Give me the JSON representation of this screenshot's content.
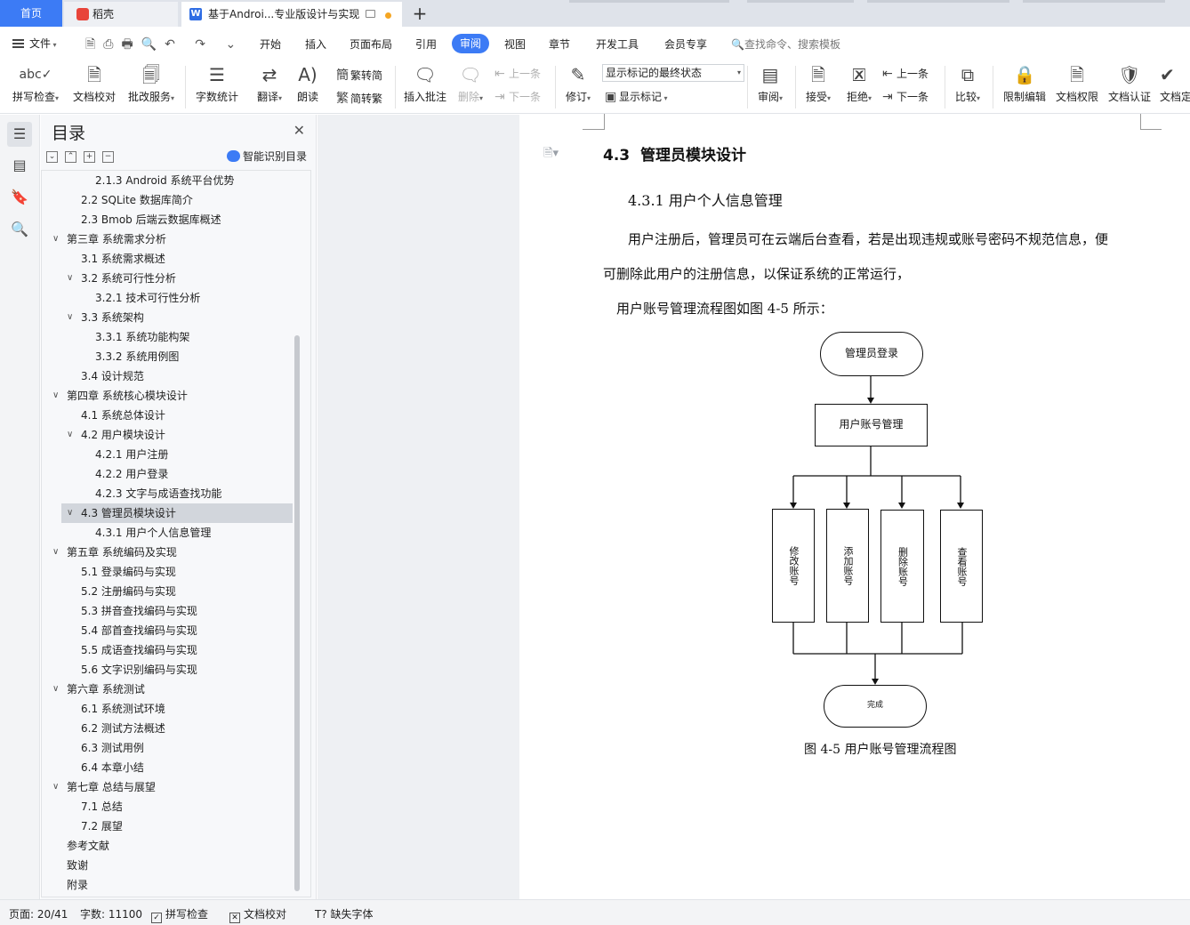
{
  "tabs": {
    "home": "首页",
    "daoke": "稻壳",
    "document": "基于Androi...专业版设计与实现"
  },
  "menu": {
    "file": "文件",
    "items": [
      "开始",
      "插入",
      "页面布局",
      "引用",
      "审阅",
      "视图",
      "章节",
      "开发工具",
      "会员专享"
    ],
    "active": "审阅",
    "search_placeholder": "查找命令、搜索模板"
  },
  "ribbon": {
    "spellcheck": "拼写检查",
    "proofread": "文档校对",
    "batch_service": "批改服务",
    "word_count": "字数统计",
    "translate": "翻译",
    "read_aloud": "朗读",
    "trad_to_simp": "繁转简",
    "simp_to_trad": "简转繁",
    "insert_comment": "插入批注",
    "delete": "删除",
    "prev_comment": "上一条",
    "next_comment": "下一条",
    "revise": "修订",
    "markup_state": "显示标记的最终状态",
    "show_markup": "显示标记",
    "review": "审阅",
    "accept": "接受",
    "reject": "拒绝",
    "prev_change": "上一条",
    "next_change": "下一条",
    "compare": "比较",
    "restrict_edit": "限制编辑",
    "doc_permission": "文档权限",
    "doc_cert": "文档认证",
    "doc_final": "文档定"
  },
  "toc": {
    "title": "目录",
    "smart_recognize": "智能识别目录",
    "items": [
      {
        "label": "2.1.3 Android 系统平台优势",
        "level": 3,
        "chevron": ""
      },
      {
        "label": "2.2 SQLite 数据库简介",
        "level": 2,
        "chevron": ""
      },
      {
        "label": "2.3 Bmob 后端云数据库概述",
        "level": 2,
        "chevron": ""
      },
      {
        "label": "第三章  系统需求分析",
        "level": 1,
        "chevron": "v"
      },
      {
        "label": "3.1  系统需求概述",
        "level": 2,
        "chevron": ""
      },
      {
        "label": "3.2  系统可行性分析",
        "level": 2,
        "chevron": "v"
      },
      {
        "label": "3.2.1  技术可行性分析",
        "level": 3,
        "chevron": ""
      },
      {
        "label": "3.3  系统架构",
        "level": 2,
        "chevron": "v"
      },
      {
        "label": "3.3.1  系统功能构架",
        "level": 3,
        "chevron": ""
      },
      {
        "label": "3.3.2  系统用例图",
        "level": 3,
        "chevron": ""
      },
      {
        "label": "3.4  设计规范",
        "level": 2,
        "chevron": ""
      },
      {
        "label": "第四章  系统核心模块设计",
        "level": 1,
        "chevron": "v"
      },
      {
        "label": "4.1  系统总体设计",
        "level": 2,
        "chevron": ""
      },
      {
        "label": "4.2  用户模块设计",
        "level": 2,
        "chevron": "v"
      },
      {
        "label": "4.2.1  用户注册",
        "level": 3,
        "chevron": ""
      },
      {
        "label": "4.2.2  用户登录",
        "level": 3,
        "chevron": ""
      },
      {
        "label": "4.2.3  文字与成语查找功能",
        "level": 3,
        "chevron": ""
      },
      {
        "label": "4.3  管理员模块设计",
        "level": 2,
        "chevron": "v",
        "selected": true
      },
      {
        "label": "4.3.1 用户个人信息管理",
        "level": 3,
        "chevron": ""
      },
      {
        "label": "第五章  系统编码及实现",
        "level": 1,
        "chevron": "v"
      },
      {
        "label": "5.1  登录编码与实现",
        "level": 2,
        "chevron": ""
      },
      {
        "label": "5.2  注册编码与实现",
        "level": 2,
        "chevron": ""
      },
      {
        "label": "5.3  拼音查找编码与实现",
        "level": 2,
        "chevron": ""
      },
      {
        "label": "5.4  部首查找编码与实现",
        "level": 2,
        "chevron": ""
      },
      {
        "label": "5.5  成语查找编码与实现",
        "level": 2,
        "chevron": ""
      },
      {
        "label": "5.6 文字识别编码与实现",
        "level": 2,
        "chevron": ""
      },
      {
        "label": "第六章  系统测试",
        "level": 1,
        "chevron": "v"
      },
      {
        "label": "6.1  系统测试环境",
        "level": 2,
        "chevron": ""
      },
      {
        "label": "6.2  测试方法概述",
        "level": 2,
        "chevron": ""
      },
      {
        "label": "6.3  测试用例",
        "level": 2,
        "chevron": ""
      },
      {
        "label": "6.4  本章小结",
        "level": 2,
        "chevron": ""
      },
      {
        "label": "第七章  总结与展望",
        "level": 1,
        "chevron": "v"
      },
      {
        "label": "7.1  总结",
        "level": 2,
        "chevron": ""
      },
      {
        "label": "7.2  展望",
        "level": 2,
        "chevron": ""
      },
      {
        "label": "参考文献",
        "level": 1,
        "chevron": ""
      },
      {
        "label": "致谢",
        "level": 1,
        "chevron": ""
      },
      {
        "label": "附录",
        "level": 1,
        "chevron": ""
      }
    ]
  },
  "document": {
    "heading_number": "4.3",
    "heading_text": "管理员模块设计",
    "subheading": "4.3.1 用户个人信息管理",
    "para1_line1": "用户注册后，管理员可在云端后台查看，若是出现违规或账号密码不规范信息，便",
    "para1_line2": "可删除此用户的注册信息，以保证系统的正常运行，",
    "para2": "用户账号管理流程图如图 4-5 所示：",
    "caption": "图 4-5 用户账号管理流程图",
    "flowchart": {
      "start": "管理员登录",
      "manage": "用户账号管理",
      "branches": [
        "修改账号",
        "添加账号",
        "删除账号",
        "查看账号"
      ],
      "end": "完成"
    }
  },
  "status": {
    "page": "页面: 20/41",
    "words": "字数: 11100",
    "spellcheck": "拼写检查",
    "proofread": "文档校对",
    "missing_font": "缺失字体"
  }
}
